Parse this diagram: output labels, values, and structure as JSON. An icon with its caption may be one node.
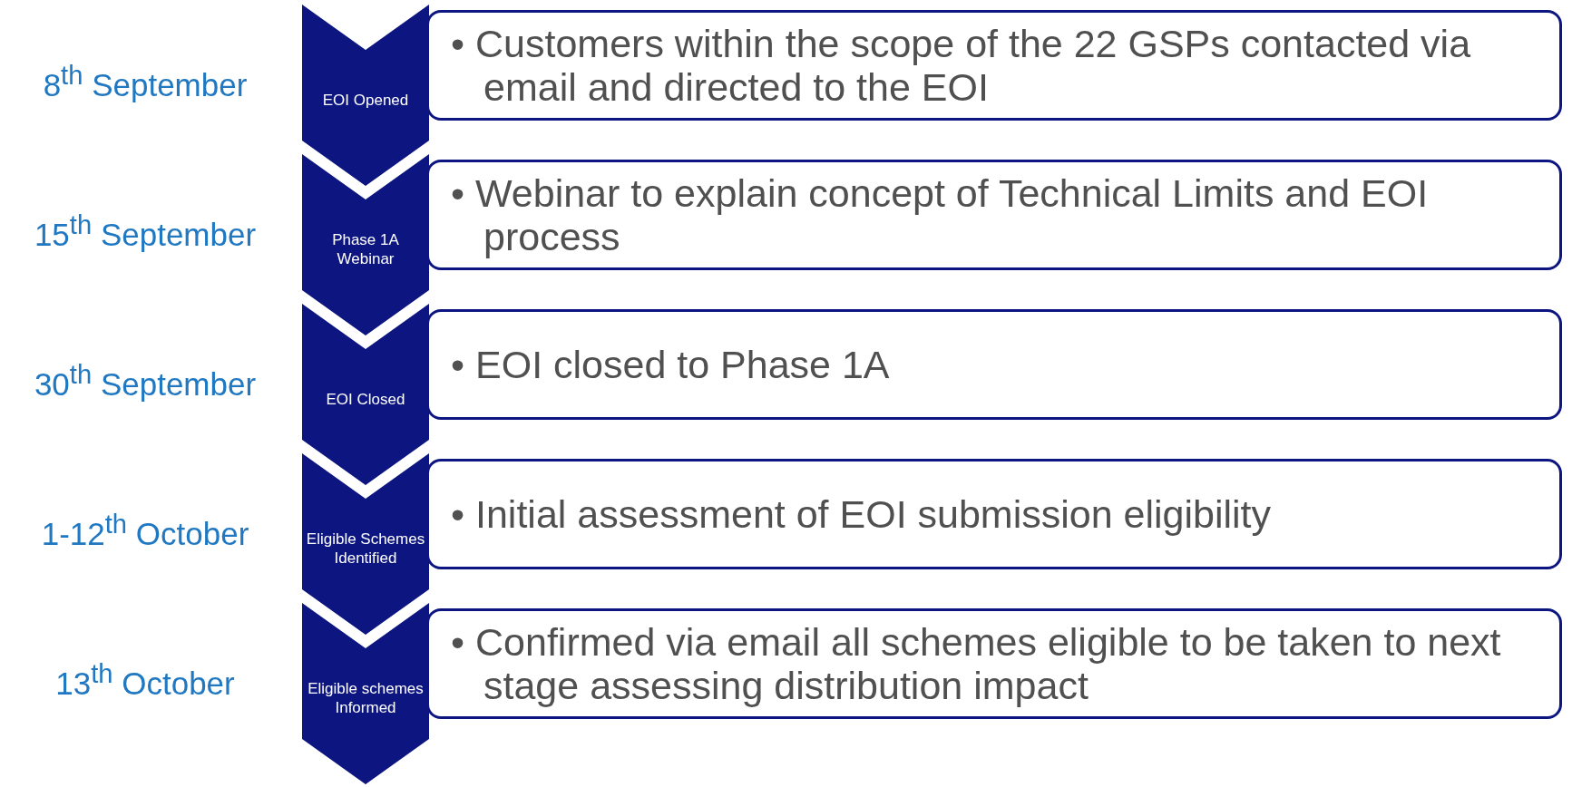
{
  "diagram": {
    "nodes": [
      {
        "text": [
          "EOI Opened"
        ],
        "beside": [
          "8$^{th}$ September"
        ]
      },
      {
        "text": [
          "• Customers within the scope of the 22 GSPs contacted via email and directed to the EOI"
        ]
      },
      {
        "text": [
          "Phase 1A Webinar"
        ],
        "beside": [
          "15$^{th}$ September"
        ]
      },
      {
        "text": [
          "• Webinar to explain concept of Technical Limits and EOI process"
        ]
      },
      {
        "text": [
          "EOI Closed"
        ],
        "beside": [
          "30$^{th}$ September"
        ]
      },
      {
        "text": [
          "• EOI closed to Phase 1A"
        ]
      },
      {
        "text": [
          "Eligible Schemes Identified"
        ],
        "beside": [
          "1-12$^{th}$ October"
        ]
      },
      {
        "text": [
          "• Initial assessment of EOI submission eligibility"
        ]
      },
      {
        "text": [
          "Eligible schemes Informed"
        ],
        "beside": [
          "13$^{th}$ October"
        ]
      },
      {
        "text": [
          "• Confirmed via email all schemes eligible to be taken to next stage assessing distribution impact"
        ]
      }
    ]
  }
}
